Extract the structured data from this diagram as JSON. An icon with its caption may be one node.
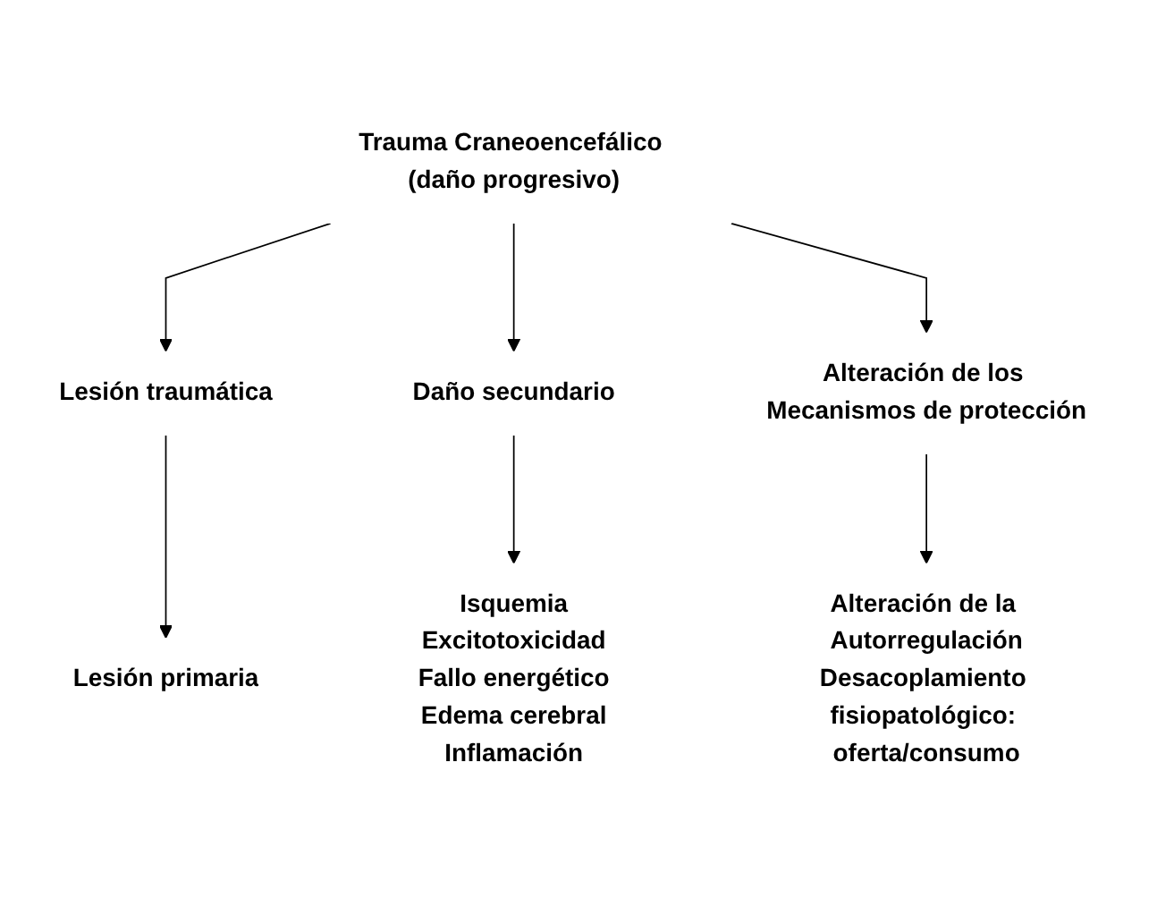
{
  "diagram": {
    "nodes": [
      {
        "text": [
          "Trauma Craneoencefálico (daño progresivo)"
        ]
      },
      {
        "text": [
          "Lesión traumática"
        ]
      },
      {
        "text": [
          "Daño secundario"
        ]
      },
      {
        "text": [
          "Alteración de los Mecanismos de protección"
        ]
      },
      {
        "text": [
          "Lesión primaria"
        ]
      },
      {
        "text": [
          "Isquemia",
          "Excitotoxicidad",
          "Fallo energético",
          "Edema cerebral",
          "Inflamación"
        ]
      },
      {
        "text": [
          "Alteración de la Autorregulación",
          "Desacoplamiento fisiopatológico: oferta/consumo"
        ]
      }
    ],
    "edges": [
      {
        "from": 0,
        "to": 1,
        "arrow": "to"
      },
      {
        "from": 0,
        "to": 2,
        "arrow": "to"
      },
      {
        "from": 0,
        "to": 3,
        "arrow": "to"
      },
      {
        "from": 1,
        "to": 4,
        "arrow": "to"
      },
      {
        "from": 2,
        "to": 5,
        "arrow": "to"
      },
      {
        "from": 3,
        "to": 6,
        "arrow": "to"
      }
    ]
  }
}
